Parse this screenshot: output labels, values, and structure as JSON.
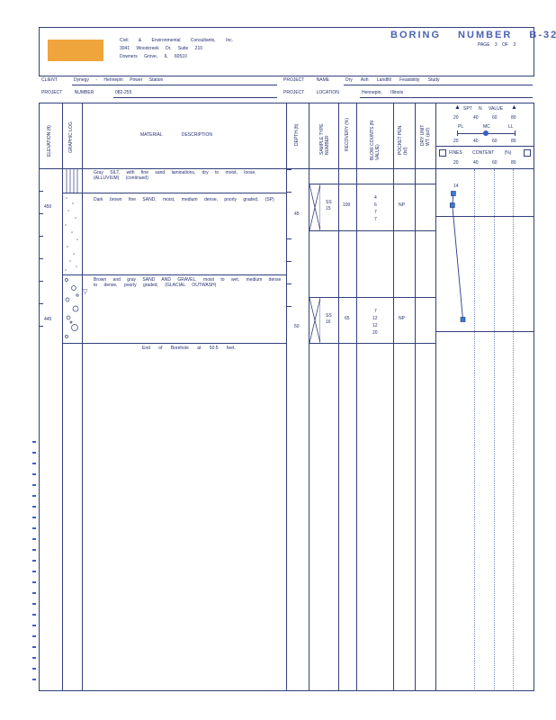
{
  "header": {
    "company_lines": [
      "Civil & Environmental Consultants, Inc.",
      "3041 Woodcreek Dr. Suite 210",
      "Downers Grove, IL 60510"
    ],
    "title": "BORING NUMBER B-32",
    "page_label": "PAGE 3 OF 3",
    "logo_color": "#f0a43c"
  },
  "project_info": {
    "client_label": "CLIENT",
    "client_value": "Dynegy - Hennepin Power Station",
    "project_name_label": "PROJECT NAME",
    "project_name_value": "Dry Ash Landfill Feasibility Study",
    "project_number_label": "PROJECT NUMBER",
    "project_number_value": "082-255",
    "project_location_label": "PROJECT LOCATION",
    "project_location_value": "Hennepin, Illinois"
  },
  "columns": {
    "elevation": "ELEVATION (ft)",
    "graphic_log": "GRAPHIC LOG",
    "material_description": "MATERIAL DESCRIPTION",
    "depth": "DEPTH (ft)",
    "sample_type": "SAMPLE TYPE NUMBER",
    "recovery": "RECOVERY (%)",
    "blow_counts": "BLOW COUNTS (N VALUE)",
    "pocket_pen": "POCKET PEN. (tsf)",
    "dry_unit_wt": "DRY UNIT WT. (pcf)",
    "spt_label": "SPT N VALUE",
    "spt_ticks": [
      "20",
      "40",
      "60",
      "80"
    ],
    "pl": "PL",
    "mc": "MC",
    "ll": "LL",
    "fines_label": "FINES CONTENT (%)",
    "fines_ticks": [
      "20",
      "40",
      "60",
      "80"
    ]
  },
  "elevations": [
    "450",
    "445"
  ],
  "depths": [
    "45",
    "50"
  ],
  "descriptions": [
    "Gray SILT, with fine sand laminations, dry to moist, loose, (ALLUVIUM) (continued)",
    "Dark brown fine SAND, moist, medium dense, poorly graded, (SP)",
    "Brown and gray SAND AND GRAVEL, moist to wet, medium dense to dense, poorly graded, (GLACIAL OUTWASH)",
    "End of Borehole at 50.5 feet."
  ],
  "samples": [
    {
      "type": "SS",
      "number": "15",
      "recovery": "100",
      "blows": [
        "4",
        "6",
        "7",
        "7"
      ],
      "pocket_pen": "NP"
    },
    {
      "type": "SS",
      "number": "16",
      "recovery": "65",
      "blows": [
        "7",
        "12",
        "12",
        "20"
      ],
      "pocket_pen": "NP"
    }
  ],
  "spt_plot_label": "14",
  "spt_n_values": [
    14,
    13,
    24
  ]
}
